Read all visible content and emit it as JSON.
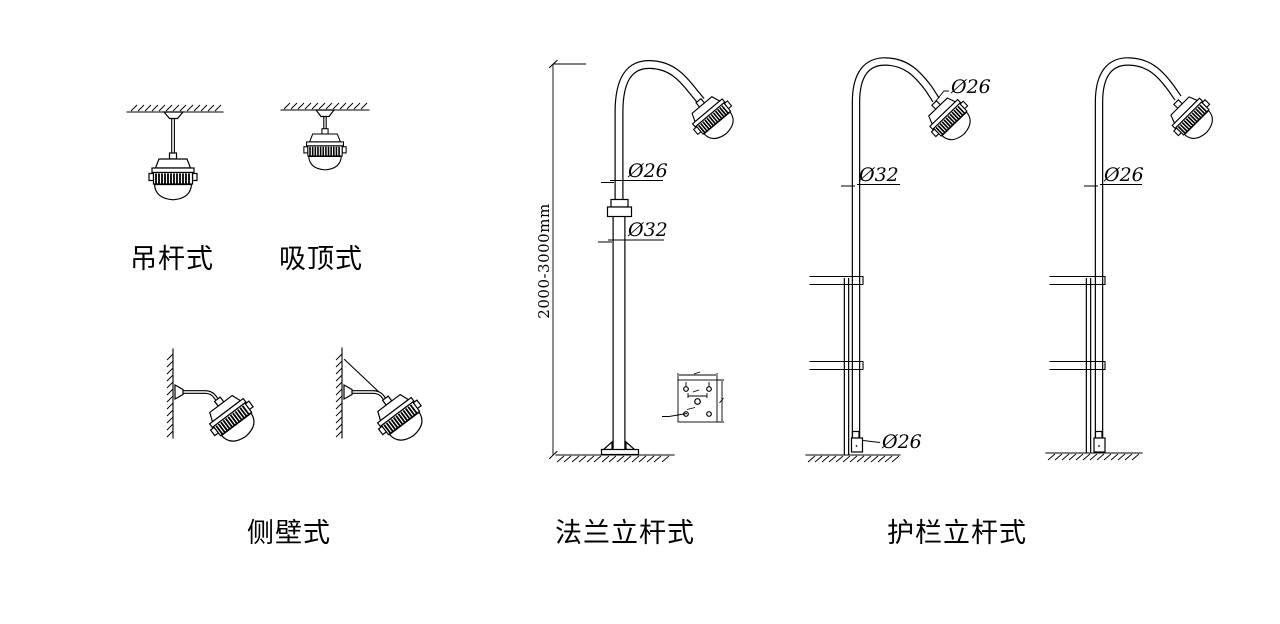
{
  "figure": {
    "labels": {
      "pendant": "吊杆式",
      "ceiling": "吸顶式",
      "wall": "侧壁式",
      "flange_pole": "法兰立杆式",
      "guardrail_pole": "护栏立杆式"
    },
    "dimensions": {
      "flange_pole": {
        "height_range": "2000-3000mm",
        "upper_pipe_dia": "Ø26",
        "lower_pipe_dia": "Ø32"
      },
      "guardrail_pole_left": {
        "lamp_neck_dia": "Ø26",
        "pole_dia": "Ø32",
        "base_clamp_dia": "Ø26"
      },
      "guardrail_pole_right": {
        "pole_dia": "Ø26"
      }
    },
    "colors": {
      "line": "#000000",
      "background": "#ffffff"
    }
  }
}
